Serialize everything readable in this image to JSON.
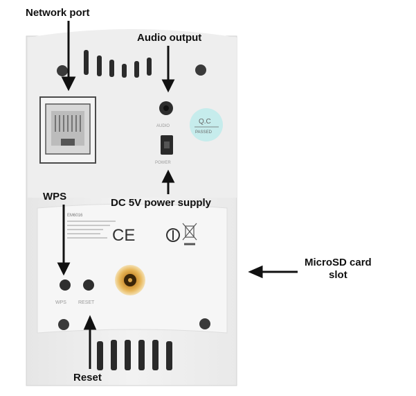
{
  "labels": {
    "network_port": "Network port",
    "audio_output": "Audio output",
    "dc_power": "DC 5V power supply",
    "wps": "WPS",
    "microsd_line1": "MicroSD card",
    "microsd_line2": "slot",
    "reset": "Reset"
  },
  "device_marks": {
    "qc_top": "Q.C",
    "qc_bottom": "PASSED",
    "audio_text": "AUDIO",
    "power_text": "POWER",
    "wps_text": "WPS",
    "reset_text": "RESET",
    "model": "EM6016",
    "ce": "CE",
    "crossed_bin": "WEEE"
  }
}
